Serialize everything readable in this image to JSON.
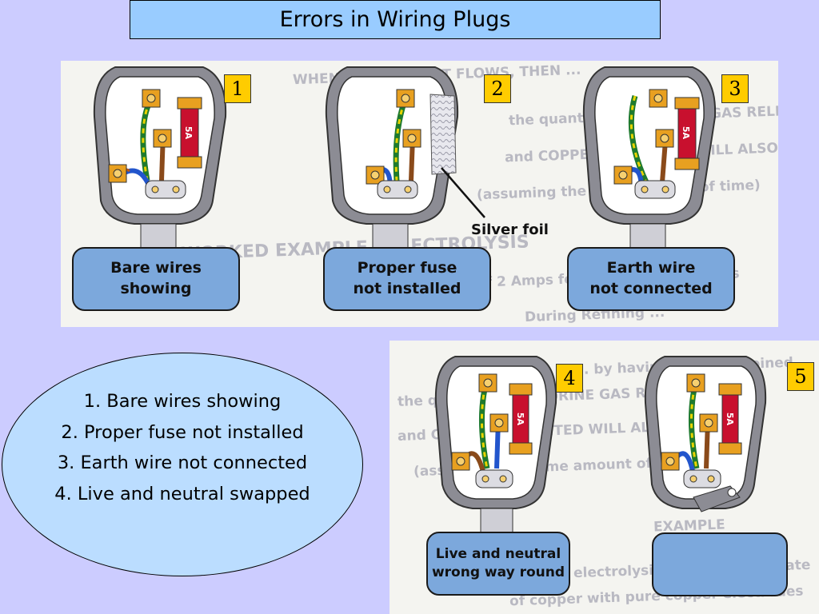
{
  "title": "Errors in Wiring Plugs",
  "background_color": "#ccccff",
  "accent_color": "#99ccff",
  "badges": [
    "1",
    "2",
    "3",
    "4",
    "5"
  ],
  "captions": {
    "plug_1": "Bare wires\nshowing",
    "plug_2": "Proper fuse\nnot installed",
    "plug_3": "Earth wire\nnot connected",
    "plug_4": "Live and neutral\nwrong way round",
    "plug_5": ""
  },
  "silver_foil_label": "Silver foil",
  "fuse_label": "5A",
  "summary": [
    "1. Bare wires showing",
    "2. Proper fuse not installed",
    "3. Earth wire not connected",
    "4. Live and neutral swapped"
  ],
  "icons": [
    "plug-diagram-icon",
    "fuse-icon",
    "silver-foil-icon",
    "terminal-icon",
    "wire-icon"
  ]
}
